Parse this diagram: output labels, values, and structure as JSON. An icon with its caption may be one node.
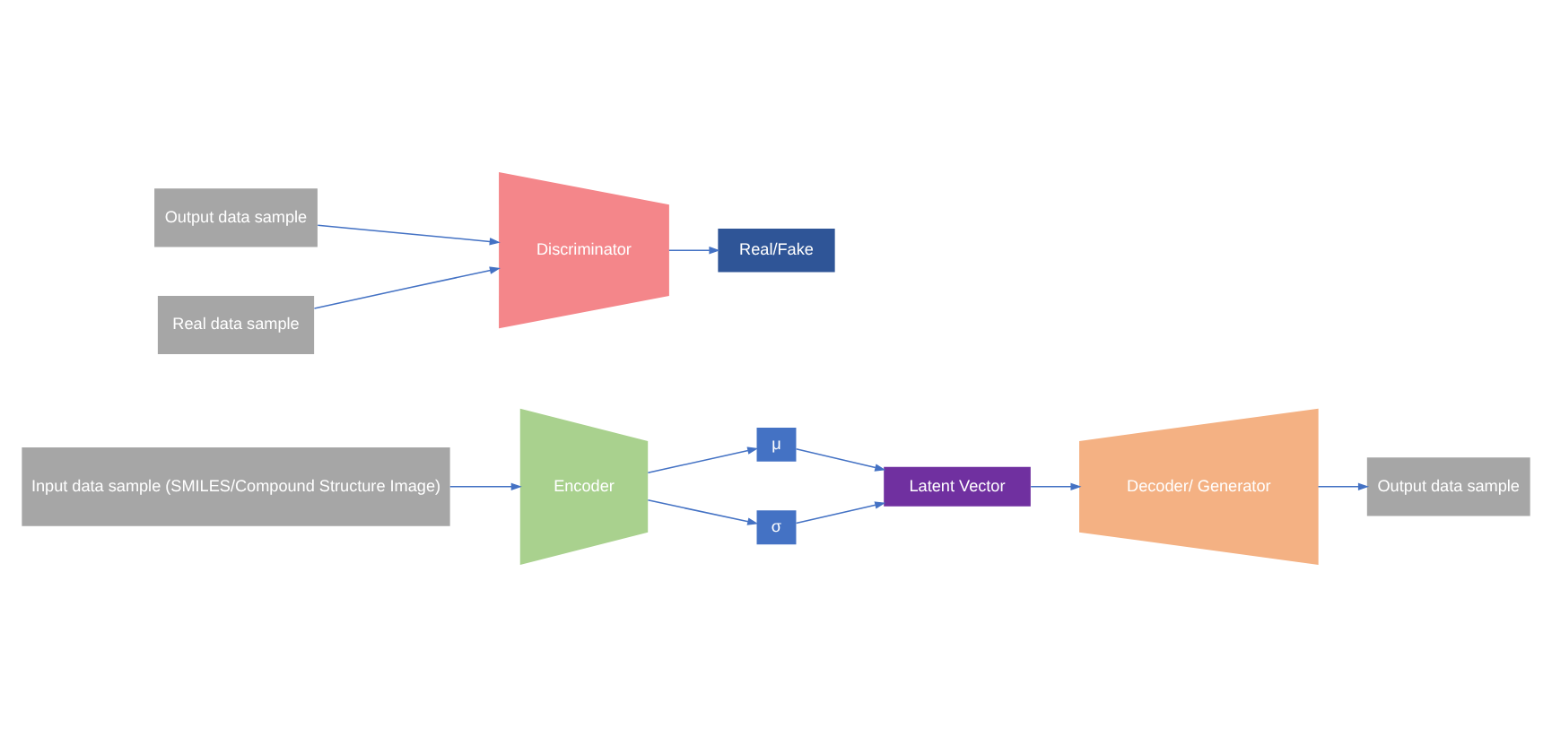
{
  "diagram": {
    "nodes": [
      {
        "text": [
          "Input data sample (SMILES/Compound Structure Image)"
        ]
      },
      {
        "text": [
          "Encoder"
        ]
      },
      {
        "text": [
          "μ"
        ]
      },
      {
        "text": [
          "σ"
        ]
      },
      {
        "text": [
          "Latent Vector"
        ]
      },
      {
        "text": [
          "Decoder/ Generator"
        ]
      },
      {
        "text": [
          "Output data sample"
        ]
      },
      {
        "text": [
          "Output data sample"
        ]
      },
      {
        "text": [
          "Real data sample"
        ]
      },
      {
        "text": [
          "Discriminator"
        ]
      },
      {
        "text": [
          "Real/Fake"
        ]
      }
    ],
    "edges": [
      {
        "from": 0,
        "to": 1,
        "arrow": "to"
      },
      {
        "from": 1,
        "to": 2,
        "arrow": "to"
      },
      {
        "from": 1,
        "to": 3,
        "arrow": "to"
      },
      {
        "from": 2,
        "to": 4,
        "arrow": "to"
      },
      {
        "from": 3,
        "to": 4,
        "arrow": "to"
      },
      {
        "from": 4,
        "to": 5,
        "arrow": "to"
      },
      {
        "from": 5,
        "to": 6,
        "arrow": "to"
      },
      {
        "from": 7,
        "to": 9,
        "arrow": "to"
      },
      {
        "from": 8,
        "to": 9,
        "arrow": "to"
      },
      {
        "from": 9,
        "to": 10,
        "arrow": "to"
      }
    ]
  }
}
